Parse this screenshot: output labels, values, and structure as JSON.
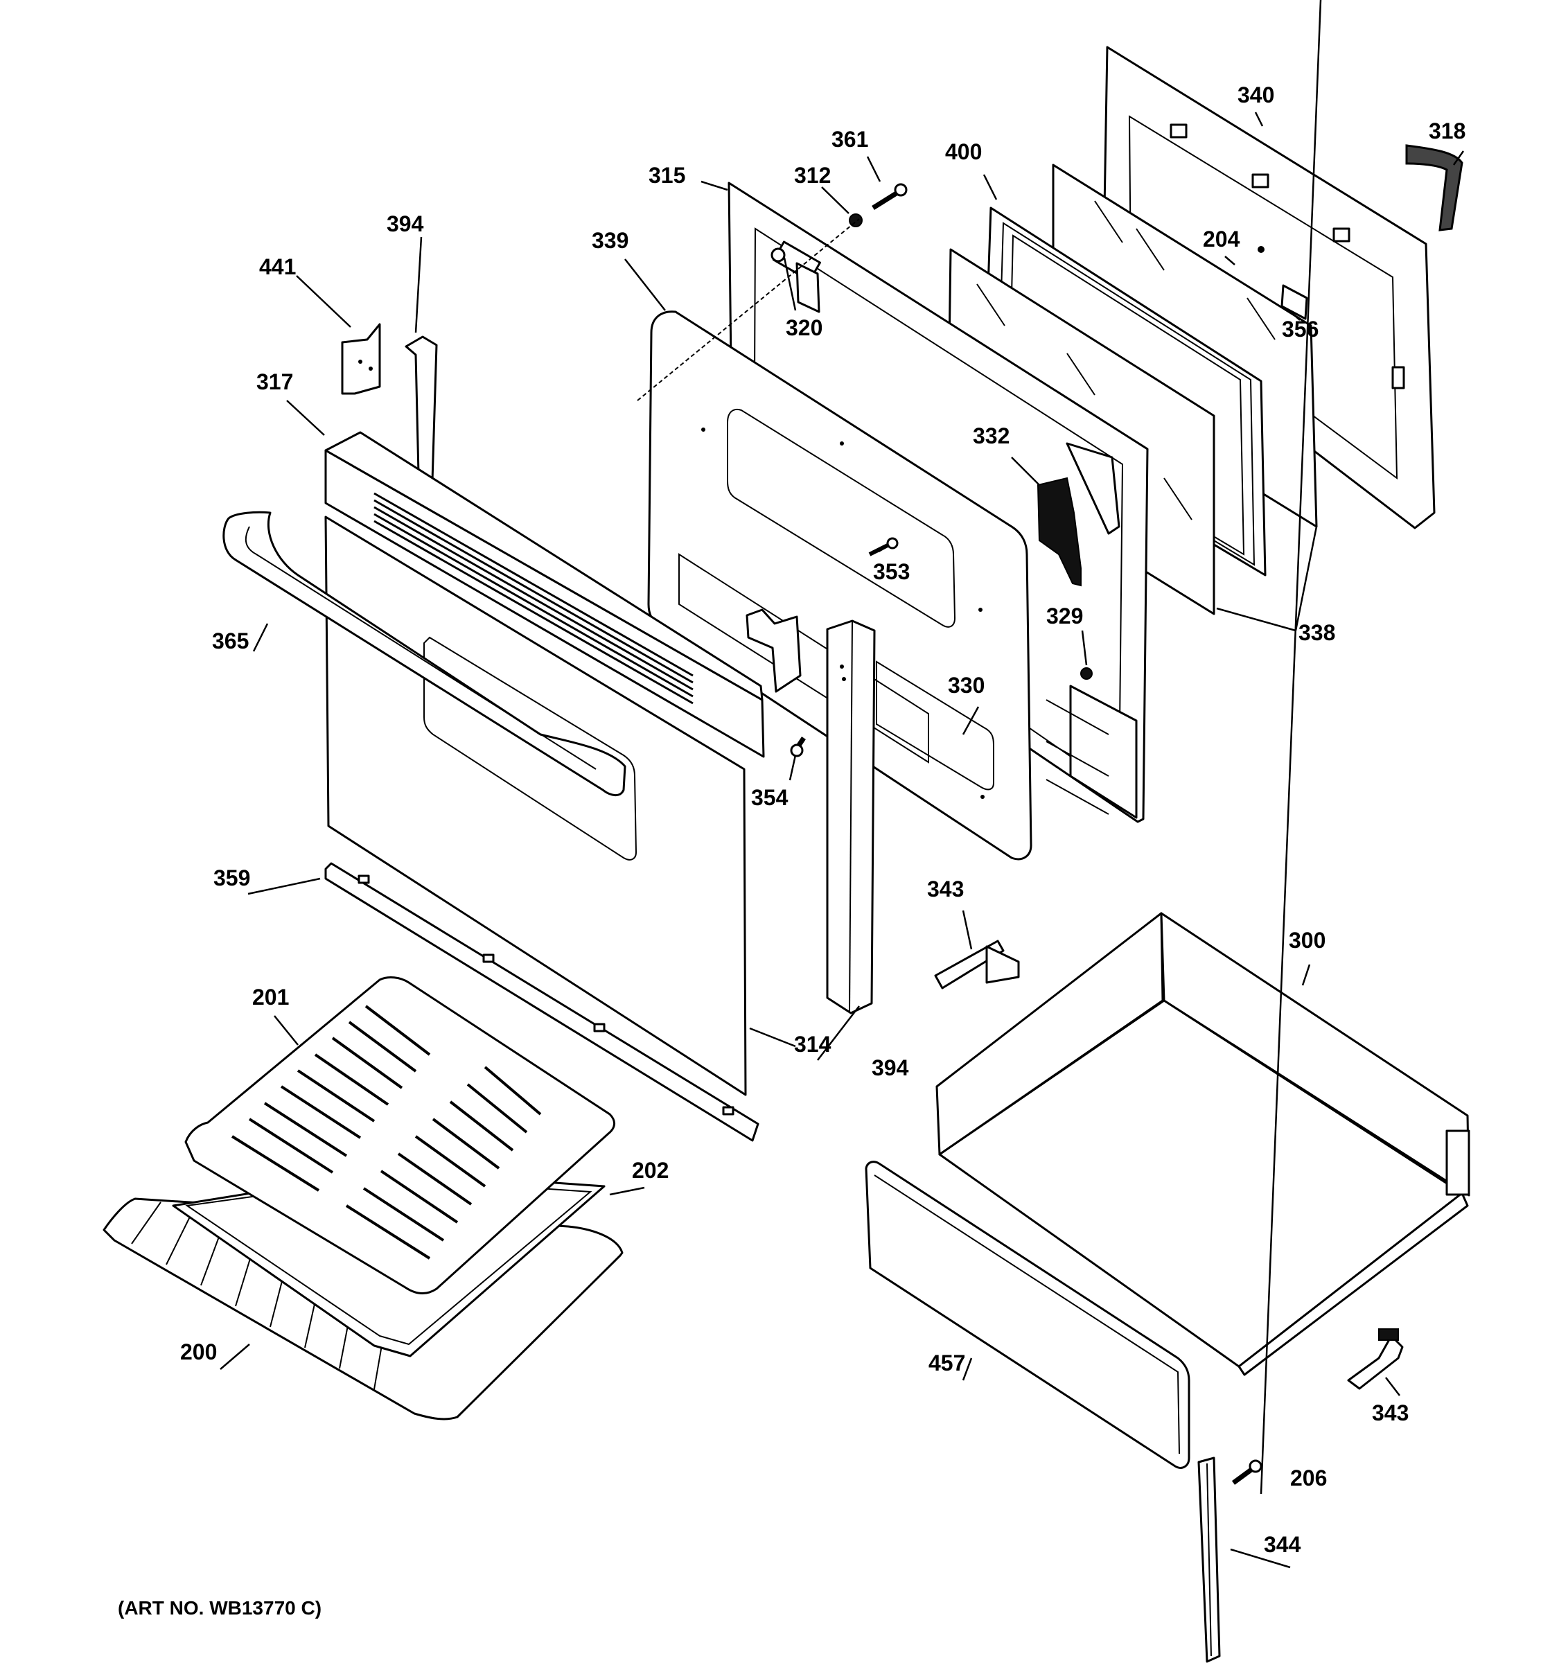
{
  "diagram": {
    "art_number": "(ART NO. WB13770 C)",
    "callouts": {
      "c340": "340",
      "c318": "318",
      "c361": "361",
      "c312": "312",
      "c315": "315",
      "c400": "400",
      "c204": "204",
      "c356": "356",
      "c339": "339",
      "c320": "320",
      "c394_top": "394",
      "c441": "441",
      "c317": "317",
      "c332": "332",
      "c353": "353",
      "c329": "329",
      "c338": "338",
      "c365": "365",
      "c330": "330",
      "c354": "354",
      "c359": "359",
      "c343_top": "343",
      "c300": "300",
      "c201": "201",
      "c314": "314",
      "c394_bottom": "394",
      "c202": "202",
      "c200": "200",
      "c457": "457",
      "c343_bottom": "343",
      "c206": "206",
      "c344": "344"
    }
  }
}
